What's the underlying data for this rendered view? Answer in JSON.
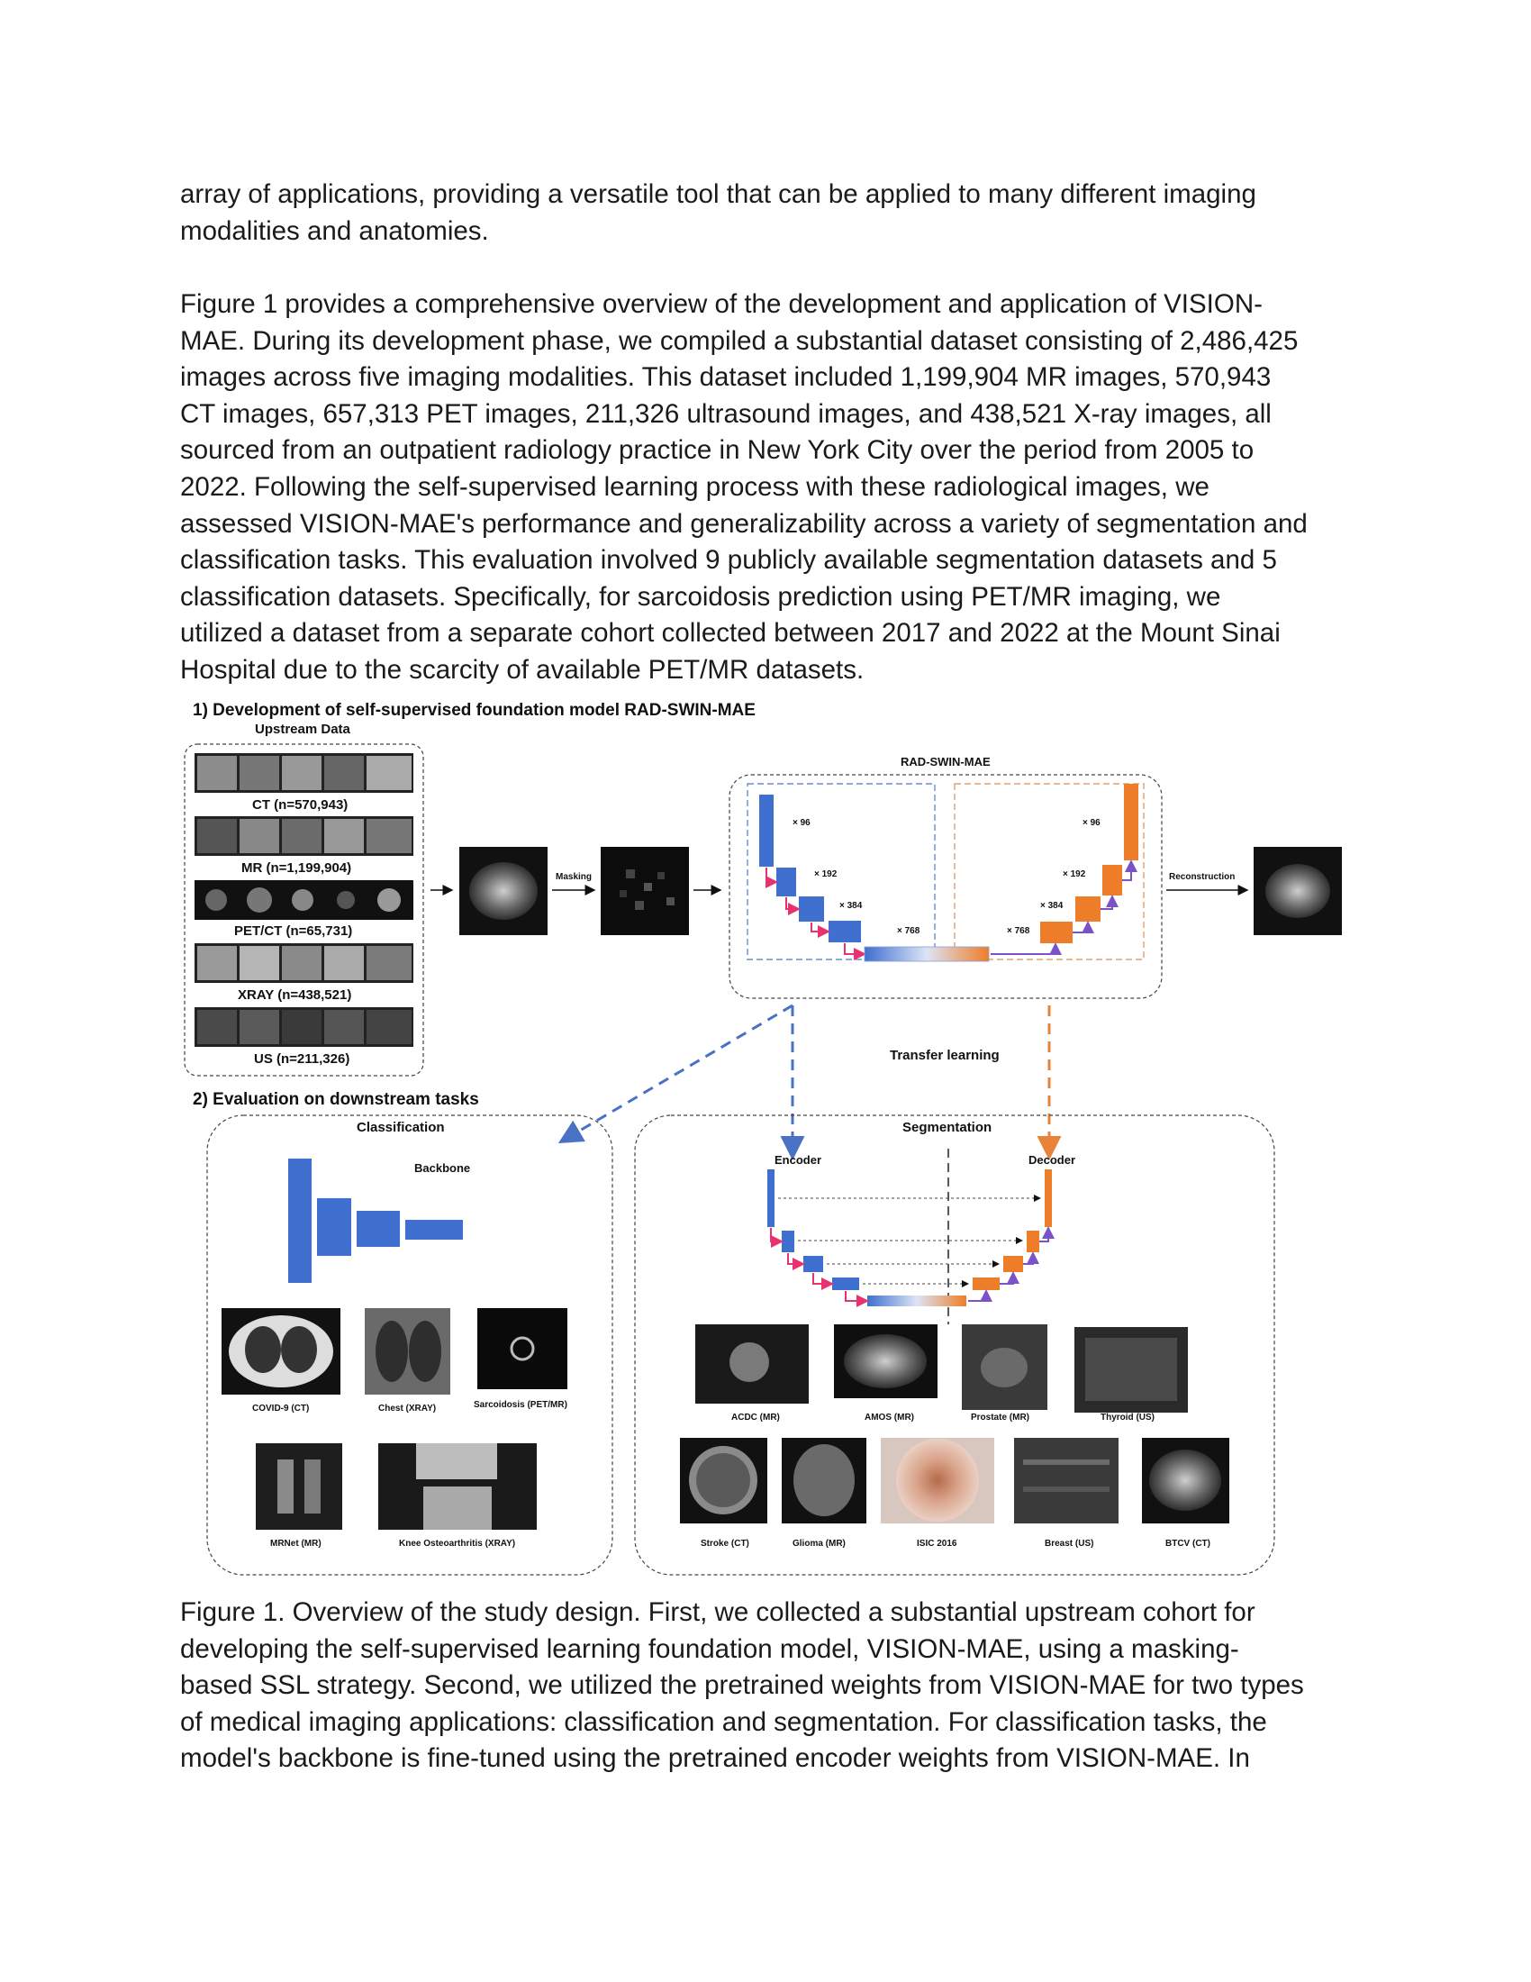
{
  "paragraph_top": [
    "array of applications, providing a versatile tool that can be applied to many different imaging",
    "modalities and anatomies."
  ],
  "paragraph_main": [
    "Figure 1 provides a comprehensive overview of the development and application of VISION-",
    "MAE. During its development phase, we compiled a substantial dataset consisting of 2,486,425",
    "images across five imaging modalities. This dataset included 1,199,904 MR images, 570,943",
    "CT images, 657,313 PET images, 211,326 ultrasound images, and 438,521 X-ray images, all",
    "sourced from an outpatient radiology practice in New York City over the period from 2005 to",
    "2022. Following the self-supervised learning process with these radiological images, we",
    "assessed VISION-MAE's performance and generalizability across a variety of segmentation and",
    "classification tasks. This evaluation involved 9 publicly available segmentation datasets and 5",
    "classification datasets. Specifically, for sarcoidosis prediction using PET/MR imaging, we",
    "utilized a dataset from a separate cohort collected between 2017 and 2022 at the Mount Sinai",
    "Hospital due to the scarcity of available PET/MR datasets."
  ],
  "figure": {
    "section1_title": "1) Development of self-supervised foundation model RAD-SWIN-MAE",
    "upstream_title": "Upstream Data",
    "modalities": [
      "CT (n=570,943)",
      "MR (n=1,199,904)",
      "PET/CT (n=65,731)",
      "XRAY (n=438,521)",
      "US (n=211,326)"
    ],
    "masking_label": "Masking",
    "model_title": "RAD-SWIN-MAE",
    "reconstruction_label": "Reconstruction",
    "transfer_label": "Transfer learning",
    "dims_encoder": [
      "× 96",
      "× 192",
      "× 384",
      "× 768"
    ],
    "dims_decoder": [
      "× 96",
      "× 192",
      "× 384",
      "× 768"
    ],
    "section2_title": "2) Evaluation on downstream tasks",
    "classification_title": "Classification",
    "backbone_label": "Backbone",
    "classification_datasets": [
      "COVID-9 (CT)",
      "Chest (XRAY)",
      "Sarcoidosis (PET/MR)",
      "MRNet (MR)",
      "Knee Osteoarthritis (XRAY)"
    ],
    "segmentation_title": "Segmentation",
    "encoder_label": "Encoder",
    "decoder_label": "Decoder",
    "segmentation_datasets_row1": [
      "ACDC (MR)",
      "AMOS (MR)",
      "Prostate (MR)",
      "Thyroid (US)"
    ],
    "segmentation_datasets_row2": [
      "Stroke (CT)",
      "Glioma (MR)",
      "ISIC 2016",
      "Breast (US)",
      "BTCV (CT)"
    ],
    "colors": {
      "encoder": "#3f6fcf",
      "decoder": "#ee7d2a",
      "skip": "#e8316e",
      "up": "#7b52c8",
      "dash_blue": "#4a72c4",
      "dash_orange": "#e8833a"
    }
  },
  "caption": [
    "Figure 1. Overview of the study design. First, we collected a substantial upstream cohort for",
    "developing the self-supervised learning foundation model, VISION-MAE, using a masking-",
    "based SSL strategy. Second, we utilized the pretrained weights from VISION-MAE for two types",
    "of medical imaging applications: classification and segmentation. For classification tasks, the",
    "model's backbone is fine-tuned using the pretrained encoder weights from VISION-MAE. In"
  ]
}
